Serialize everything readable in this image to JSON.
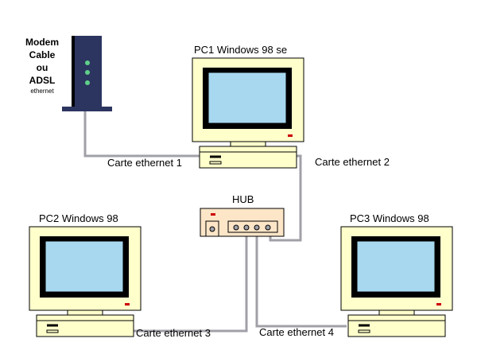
{
  "colors": {
    "cream": "#ffffcc",
    "outline": "#000000",
    "screen": "#a8d8f0",
    "bezel": "#000000",
    "led_red": "#cc0000",
    "modem_body": "#2c3560",
    "modem_led": "#5fd08a",
    "cable": "#a0a0a8",
    "hub_body": "#fde6c8"
  },
  "modem": {
    "lines": [
      "Modem",
      "Cable",
      "ou",
      "ADSL"
    ],
    "small": "ethernet"
  },
  "pc1": {
    "title": "PC1 Windows 98 se"
  },
  "pc2": {
    "title": "PC2 Windows 98"
  },
  "pc3": {
    "title": "PC3 Windows 98"
  },
  "hub": {
    "title": "HUB"
  },
  "cards": {
    "c1": "Carte ethernet 1",
    "c2": "Carte ethernet 2",
    "c3": "Carte ethernet 3",
    "c4": "Carte ethernet 4"
  }
}
